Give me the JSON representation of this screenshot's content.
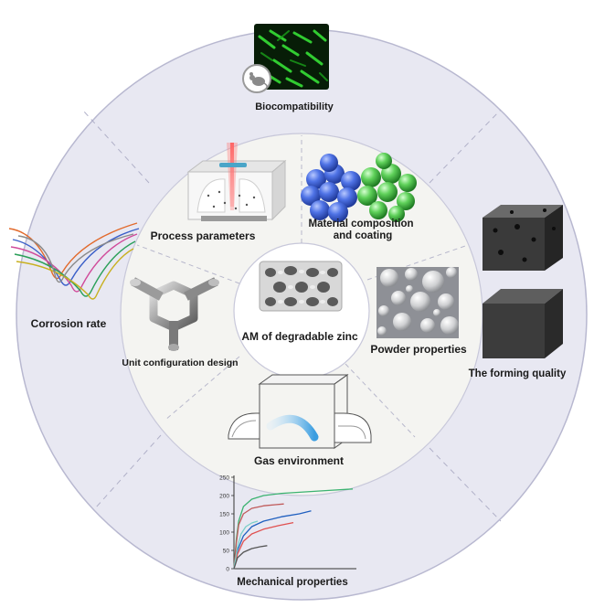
{
  "center": {
    "label": "AM of degradable zinc"
  },
  "inner_factors": [
    {
      "id": "process",
      "label": "Process parameters"
    },
    {
      "id": "material",
      "label_line1": "Material composition",
      "label_line2": "and coating"
    },
    {
      "id": "powder",
      "label": "Powder properties"
    },
    {
      "id": "gas",
      "label": "Gas environment"
    },
    {
      "id": "unit",
      "label": "Unit configuration design"
    }
  ],
  "outer_properties": [
    {
      "id": "biocompatibility",
      "label": "Biocompatibility"
    },
    {
      "id": "forming",
      "label": "The forming quality"
    },
    {
      "id": "mechanical",
      "label": "Mechanical properties"
    },
    {
      "id": "corrosion",
      "label": "Corrosion rate"
    }
  ],
  "chart_data": {
    "type": "line",
    "title": "",
    "xlabel": "",
    "ylabel": "",
    "ylim": [
      0,
      250
    ],
    "yticks": [
      "0",
      "50",
      "100",
      "150",
      "200",
      "250"
    ],
    "series": [
      {
        "color": "#3cb371",
        "x": [
          0,
          2,
          4,
          8,
          15,
          25,
          40,
          60,
          80,
          100
        ],
        "values": [
          0,
          80,
          130,
          170,
          190,
          200,
          206,
          210,
          214,
          218
        ]
      },
      {
        "color": "#c05a5a",
        "x": [
          0,
          2,
          4,
          8,
          15,
          25,
          35,
          42
        ],
        "values": [
          0,
          70,
          120,
          150,
          165,
          172,
          175,
          177
        ]
      },
      {
        "color": "#1f5fbf",
        "x": [
          0,
          3,
          8,
          15,
          25,
          40,
          55,
          65
        ],
        "values": [
          0,
          50,
          90,
          115,
          130,
          142,
          150,
          158
        ]
      },
      {
        "color": "#e05050",
        "x": [
          0,
          3,
          8,
          15,
          25,
          38,
          50
        ],
        "values": [
          0,
          40,
          75,
          95,
          108,
          118,
          126
        ]
      },
      {
        "color": "#7ad0c8",
        "x": [
          0,
          3,
          6,
          10,
          15,
          20
        ],
        "values": [
          0,
          60,
          95,
          115,
          125,
          130
        ]
      },
      {
        "color": "#555555",
        "x": [
          0,
          3,
          8,
          15,
          22,
          28
        ],
        "values": [
          0,
          30,
          45,
          55,
          60,
          63
        ]
      }
    ]
  },
  "colors": {
    "outer_ring": "#e8e8f2",
    "ring_border": "#b8b8d0",
    "inner_disk": "#f4f4f1",
    "center_disk": "#ffffff"
  }
}
